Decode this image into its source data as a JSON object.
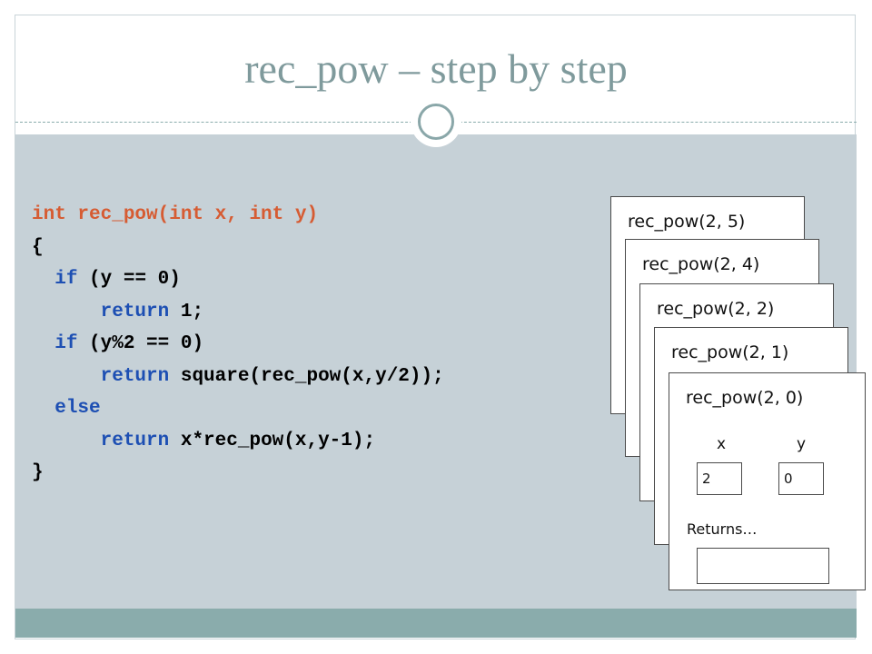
{
  "slide": {
    "title": "rec_pow – step by step"
  },
  "code": {
    "signature": "int rec_pow(int x, int y)",
    "open_brace": "{",
    "if1_kw": "if",
    "if1_cond": " (y == 0)",
    "return1_kw": "return",
    "return1_expr": " 1;",
    "if2_kw": "if",
    "if2_cond": " (y%2 == 0)",
    "return2_kw": "return",
    "return2_expr": " square(rec_pow(x,y/2));",
    "else_kw": "else",
    "return3_kw": "return",
    "return3_expr": " x*rec_pow(x,y-1);",
    "close_brace": "}"
  },
  "stack_frames": [
    {
      "call": "rec_pow(2, 5)"
    },
    {
      "call": "rec_pow(2, 4)"
    },
    {
      "call": "rec_pow(2, 2)"
    },
    {
      "call": "rec_pow(2, 1)"
    },
    {
      "call": "rec_pow(2, 0)",
      "var_x_label": "x",
      "var_y_label": "y",
      "x_value": "2",
      "y_value": "0",
      "returns_label": "Returns…",
      "return_value": ""
    }
  ],
  "colors": {
    "title": "#7f9a9c",
    "panel": "#c6d1d7",
    "bottom_bar": "#8aacac",
    "signature": "#d65c33",
    "keyword": "#1d4fb3"
  }
}
